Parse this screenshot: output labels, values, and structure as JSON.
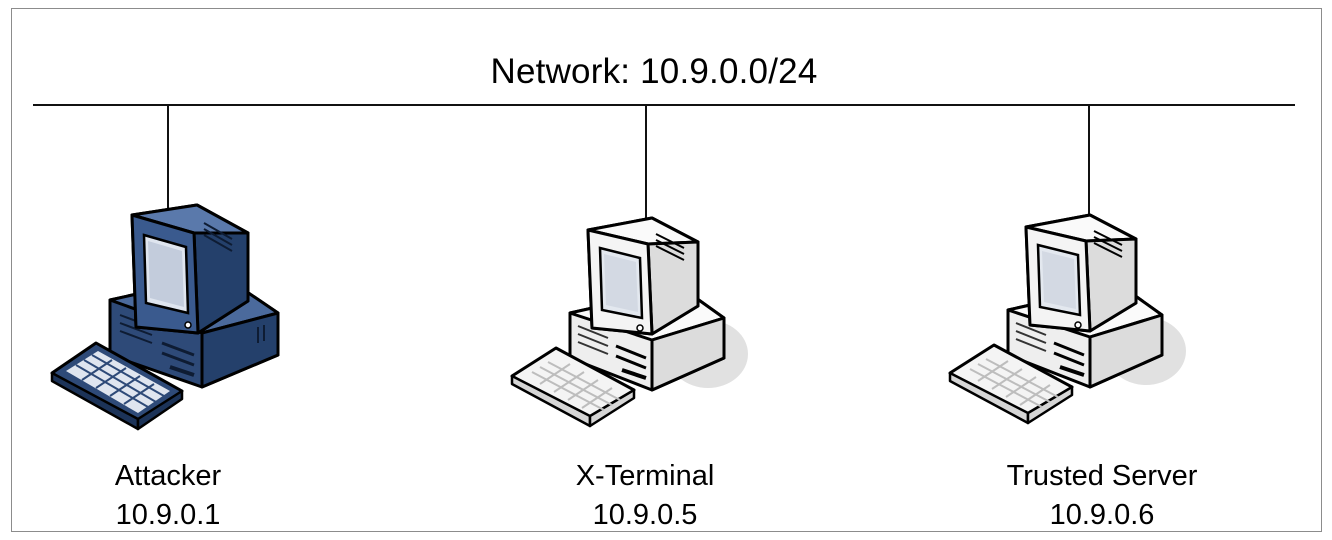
{
  "network": {
    "label": "Network: 10.9.0.0/24"
  },
  "hosts": [
    {
      "name": "Attacker",
      "ip": "10.9.0.1",
      "icon": "desktop-computer-icon",
      "color": "#2e4a78"
    },
    {
      "name": "X-Terminal",
      "ip": "10.9.0.5",
      "icon": "desktop-computer-icon",
      "color": "#e6e6e6"
    },
    {
      "name": "Trusted Server",
      "ip": "10.9.0.6",
      "icon": "desktop-computer-icon",
      "color": "#e6e6e6"
    }
  ]
}
